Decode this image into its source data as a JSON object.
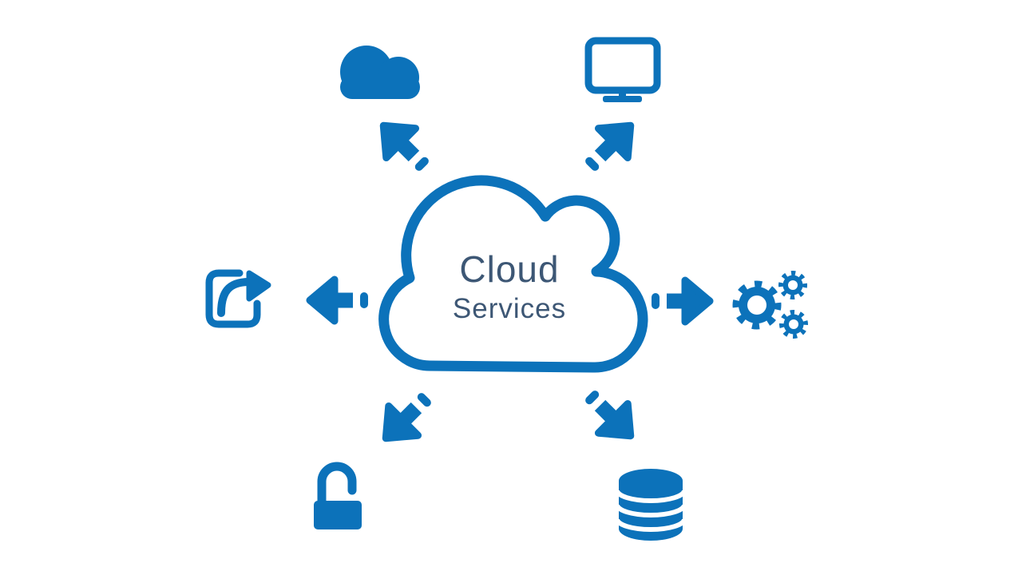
{
  "title": {
    "line1": "Cloud",
    "line2": "Services"
  },
  "colors": {
    "accent_blue": "#0C72BA",
    "title_text": "#3D5775",
    "background": "#FFFFFF"
  },
  "diagram": {
    "type": "hub-and-spoke",
    "center": {
      "shape": "outlined-cloud",
      "label": "Cloud Services"
    },
    "nodes": [
      {
        "icon": "cloud-icon",
        "position": "top-left",
        "arrow": "outward-up-left"
      },
      {
        "icon": "monitor-icon",
        "position": "top-right",
        "arrow": "outward-up-right"
      },
      {
        "icon": "share-icon",
        "position": "left",
        "arrow": "outward-left"
      },
      {
        "icon": "gears-icon",
        "position": "right",
        "arrow": "outward-right"
      },
      {
        "icon": "unlock-icon",
        "position": "bottom-left",
        "arrow": "outward-down-left"
      },
      {
        "icon": "database-icon",
        "position": "bottom-right",
        "arrow": "outward-down-right"
      }
    ]
  }
}
